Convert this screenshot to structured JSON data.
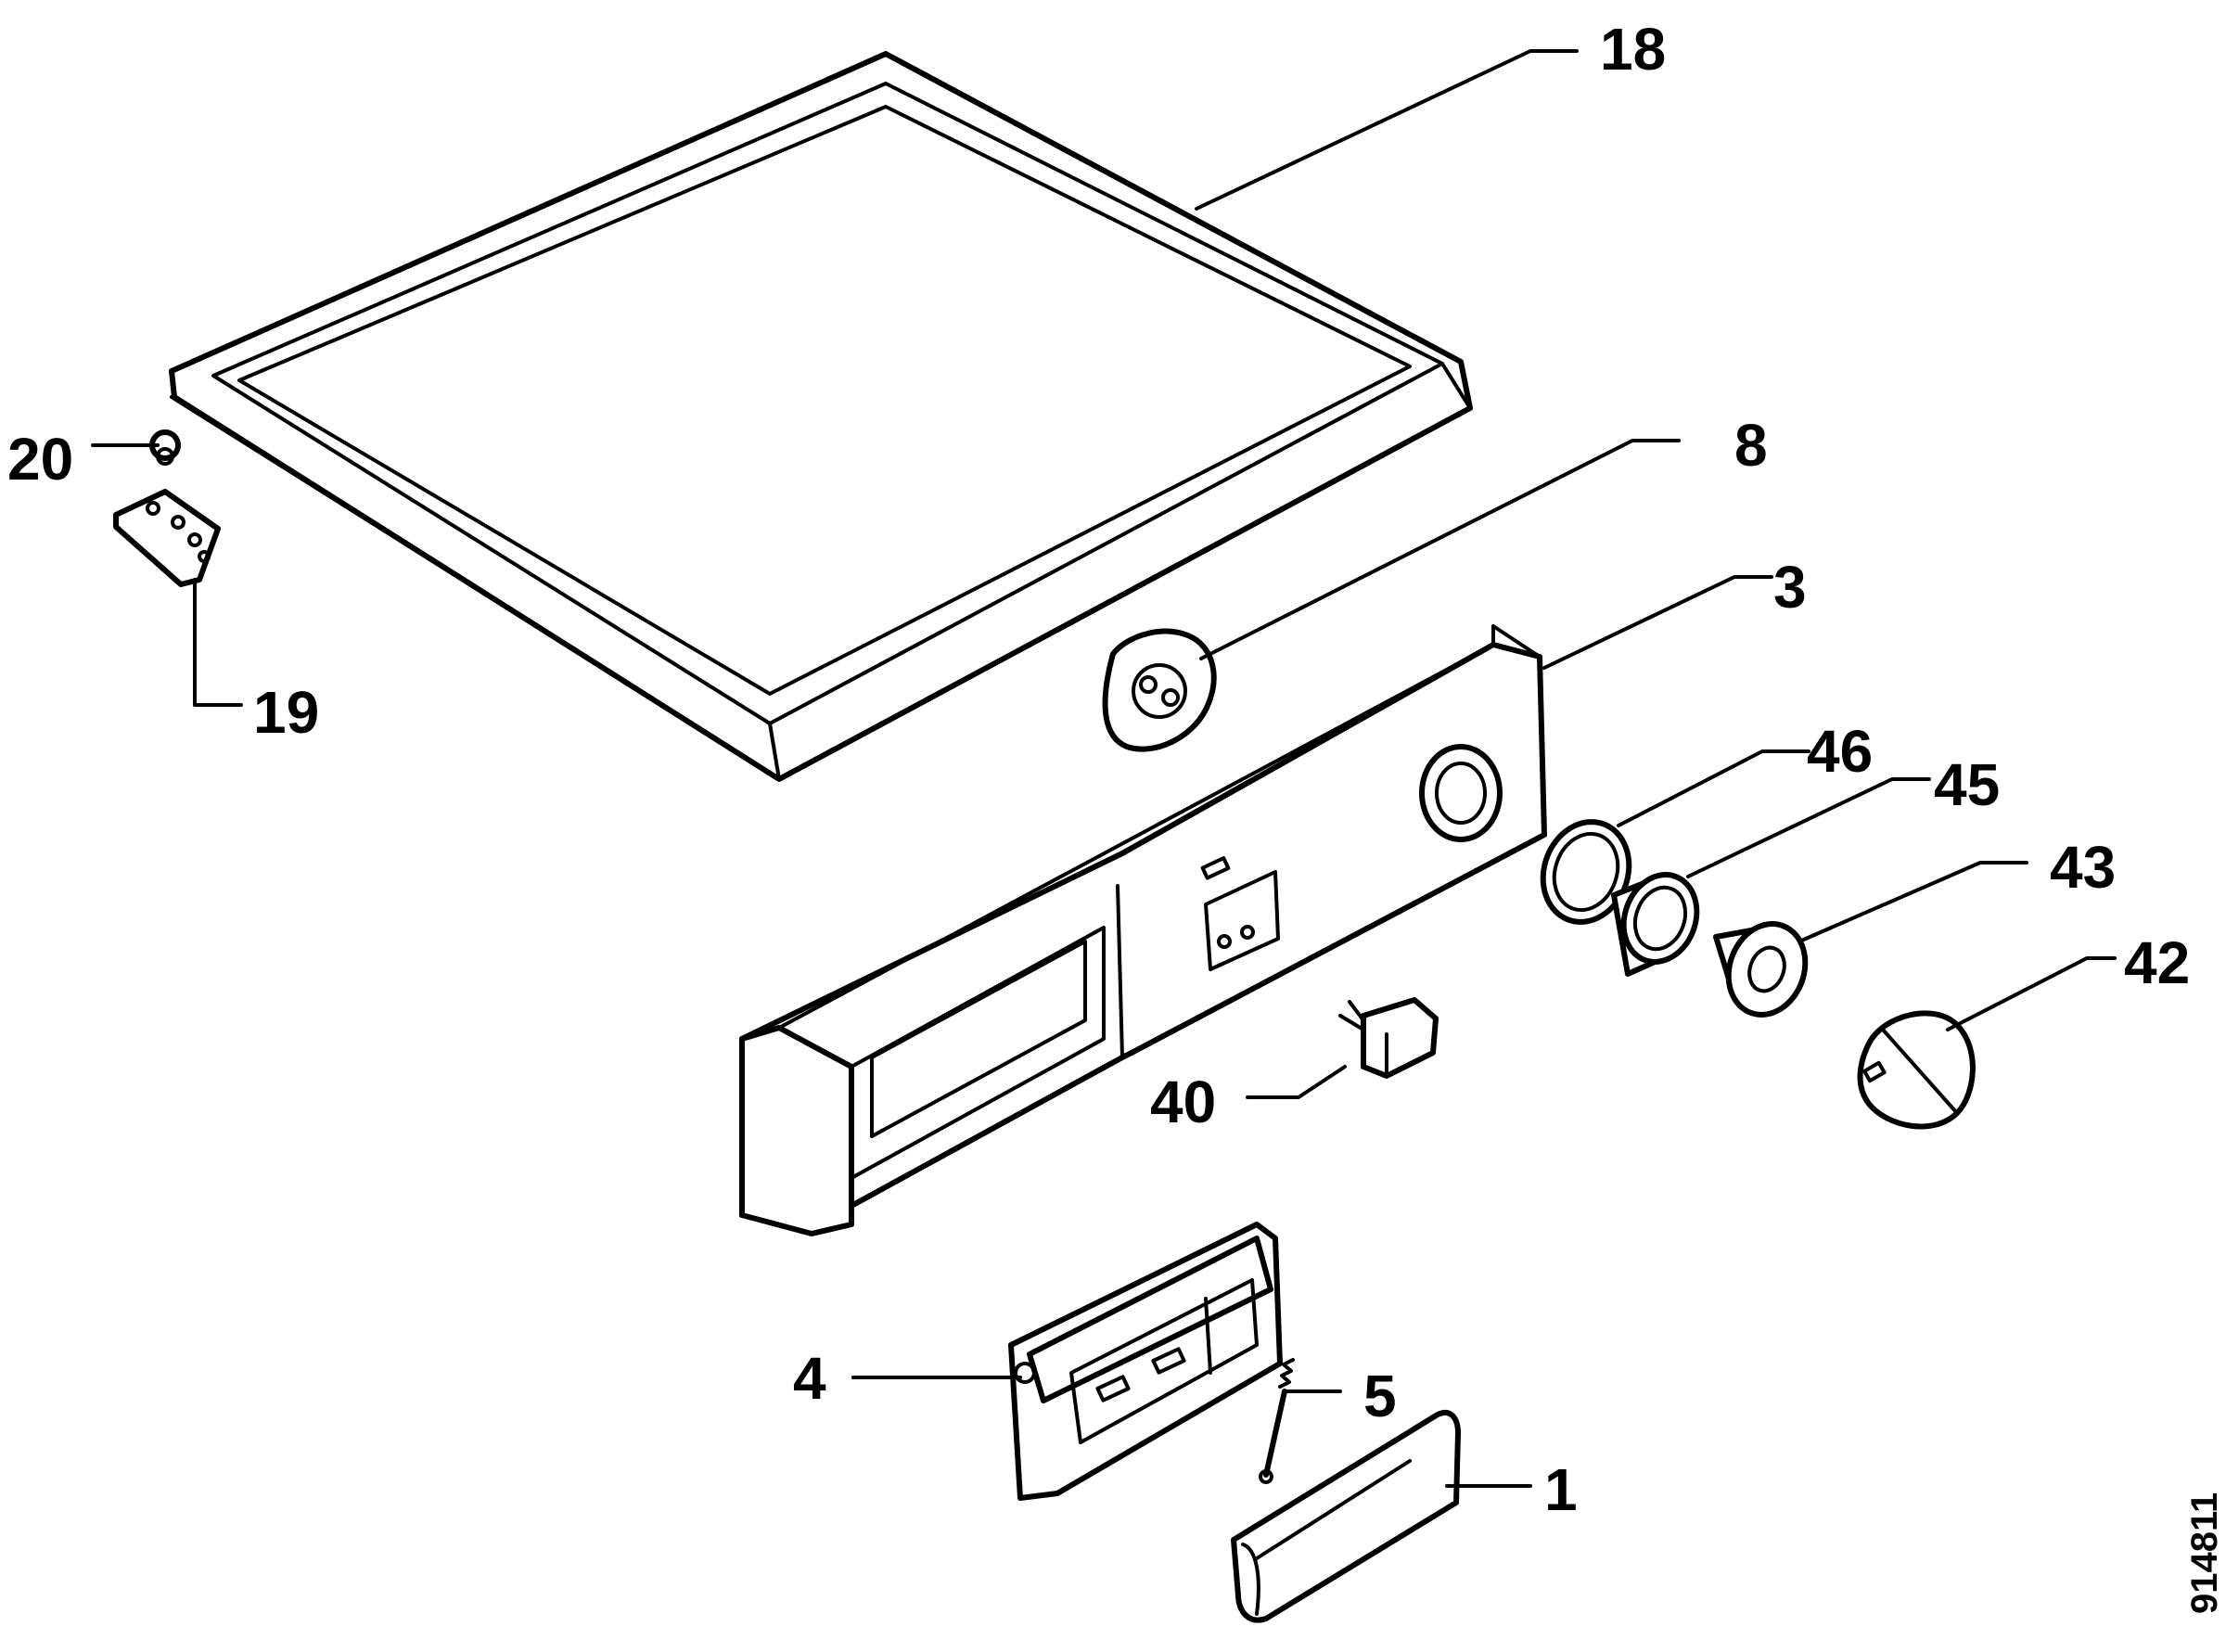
{
  "diagram": {
    "labels": {
      "l18": "18",
      "l20": "20",
      "l19": "19",
      "l8": "8",
      "l3": "3",
      "l46": "46",
      "l45": "45",
      "l43": "43",
      "l42": "42",
      "l40": "40",
      "l4": "4",
      "l5": "5",
      "l1": "1"
    },
    "document_number": "914811"
  },
  "colors": {
    "ink": "#000000",
    "paper": "#ffffff"
  }
}
